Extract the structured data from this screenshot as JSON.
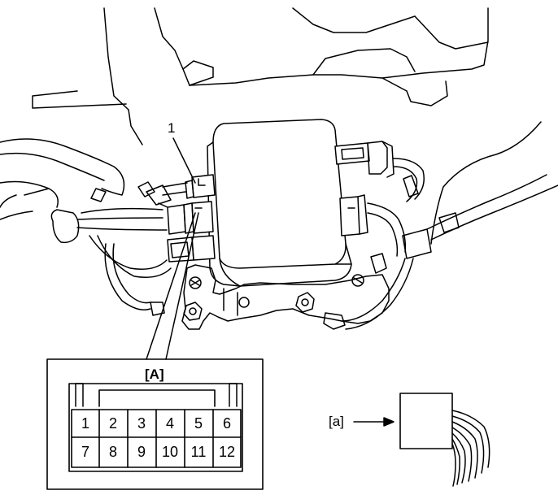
{
  "callouts": {
    "item_1": "1"
  },
  "connector": {
    "label": "[A]",
    "pins_row_1": [
      "1",
      "2",
      "3",
      "4",
      "5",
      "6"
    ],
    "pins_row_2": [
      "7",
      "8",
      "9",
      "10",
      "11",
      "12"
    ]
  },
  "view_indicator": {
    "label": "[a]"
  },
  "colors": {
    "line": "#000000",
    "background": "#ffffff"
  }
}
